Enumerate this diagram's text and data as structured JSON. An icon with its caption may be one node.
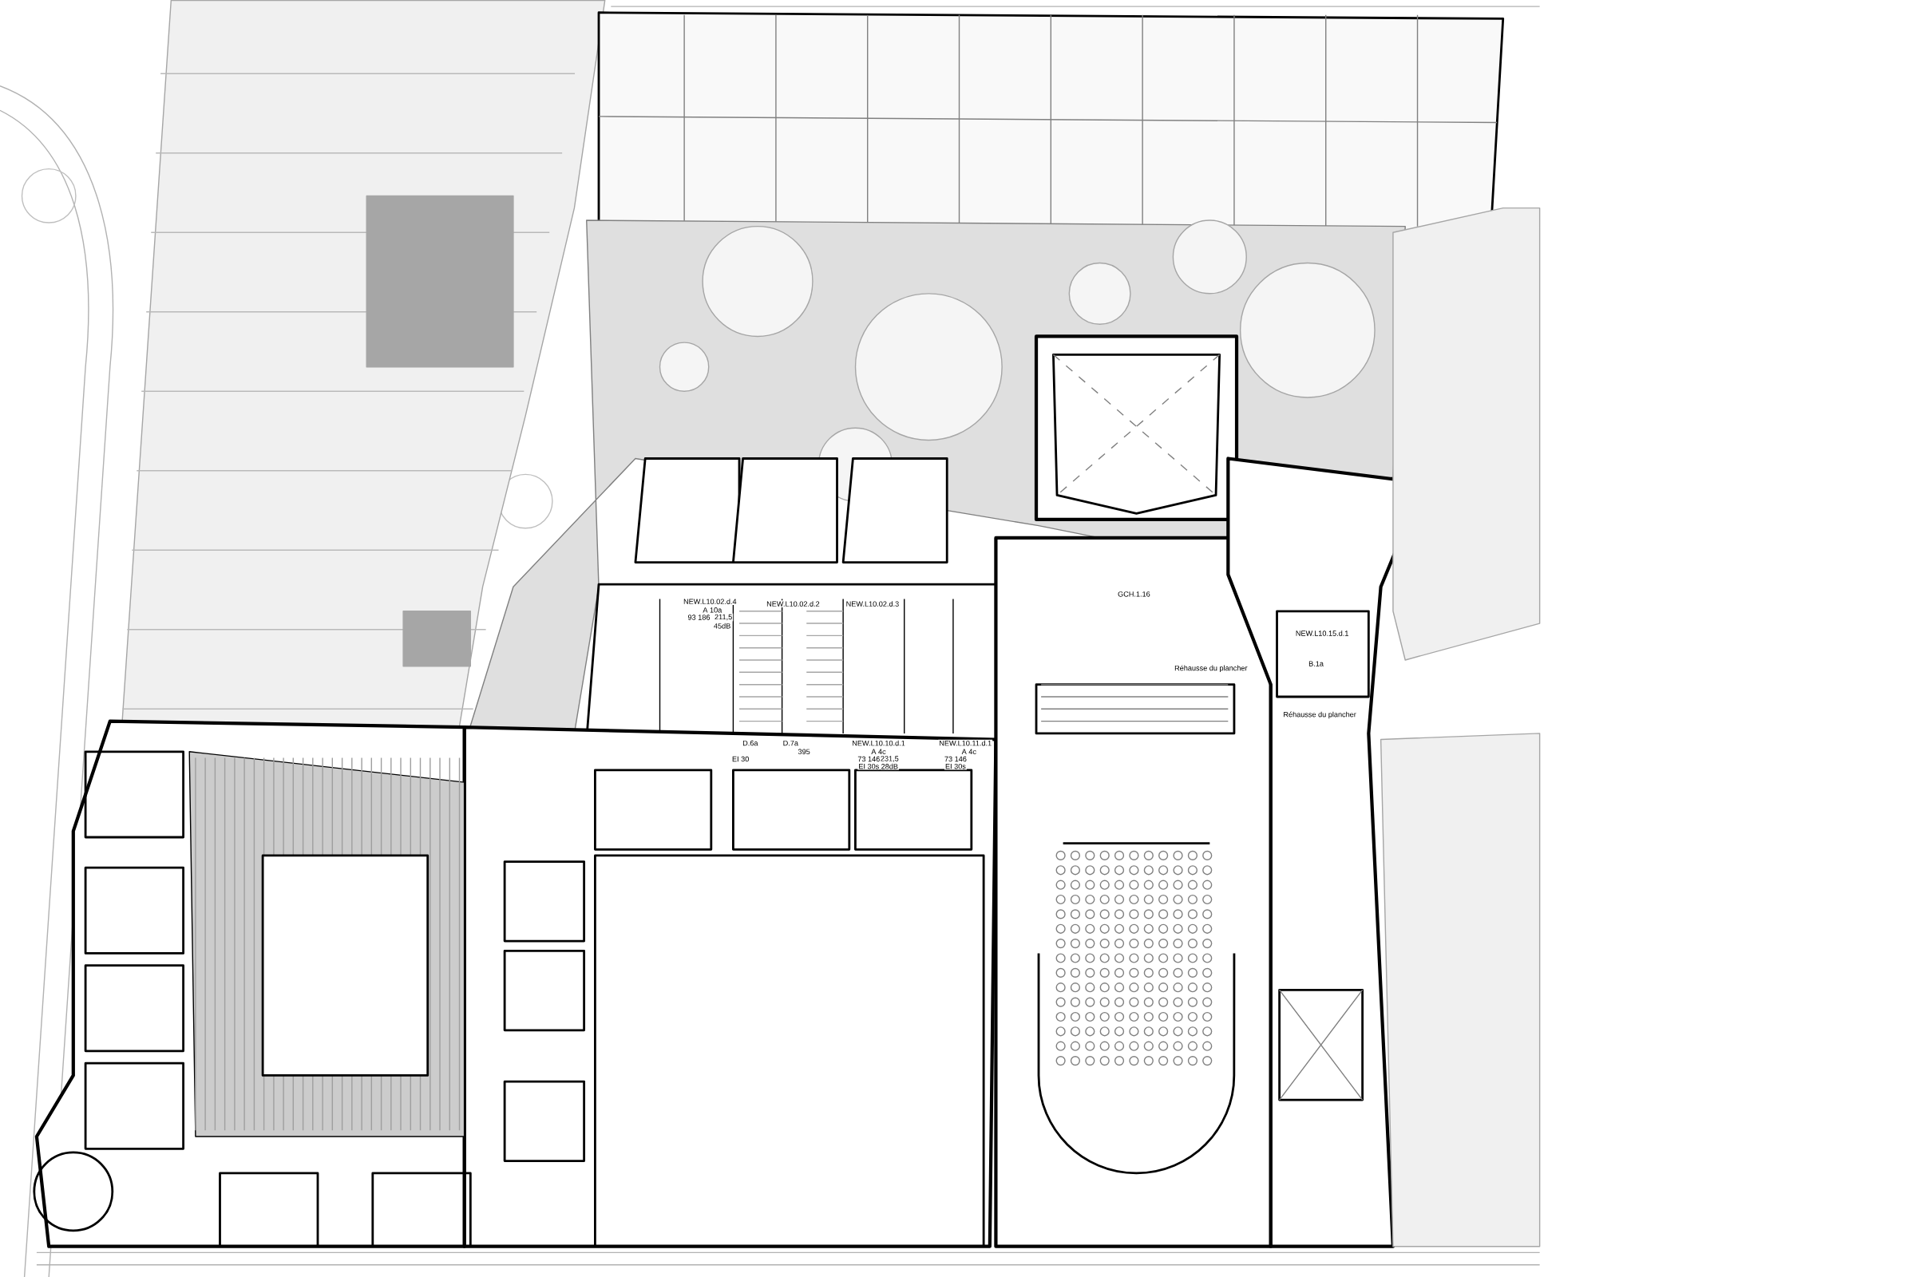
{
  "diagram": {
    "labels": [
      "NEW.L10.02.d.4",
      "A 10a",
      "93 186",
      "211,5",
      "45dB",
      "NEW.L10.02.d.2",
      "NEW.L10.02.d.3",
      "GCH.1.16",
      "NEW.L10.15.d.1",
      "B.1a",
      "Réhausse du plancher",
      "Réhausse du plancher",
      "D.6a",
      "D.7a",
      "EI 30",
      "395",
      "NEW.L10.10.d.1",
      "A 4c",
      "73 146",
      "231,5",
      "EI 30s",
      "28dB",
      "NEW.L10.11.d.1",
      "A 4c",
      "73 146",
      "EI 30s"
    ]
  }
}
